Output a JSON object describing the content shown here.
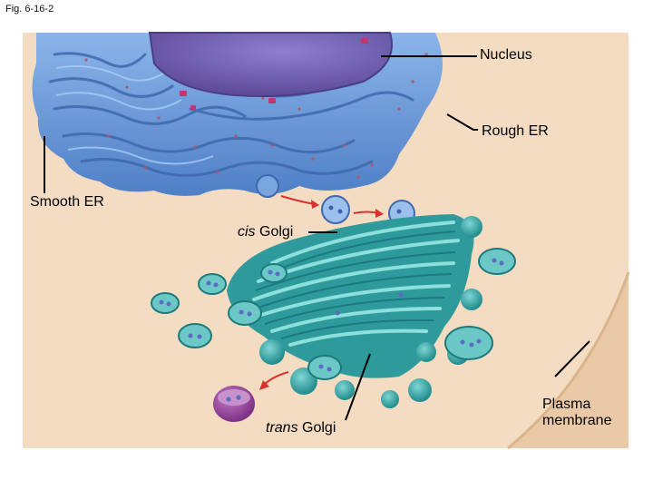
{
  "figure_label": "Fig. 6-16-2",
  "labels": {
    "nucleus": "Nucleus",
    "rough_er": "Rough ER",
    "smooth_er": "Smooth ER",
    "cis_prefix": "cis",
    "cis_suffix": " Golgi",
    "trans_prefix": "trans",
    "trans_suffix": " Golgi",
    "plasma_line1": "Plasma",
    "plasma_line2": "membrane"
  },
  "colors": {
    "cytoplasm": "#f3dcc1",
    "er_blue": "#6f9fdc",
    "nucleus_purple": "#7b67b5",
    "golgi_teal": "#3aa6a6",
    "vesicle_purple": "#9a4a9e",
    "arrow_red": "#d8322f"
  }
}
